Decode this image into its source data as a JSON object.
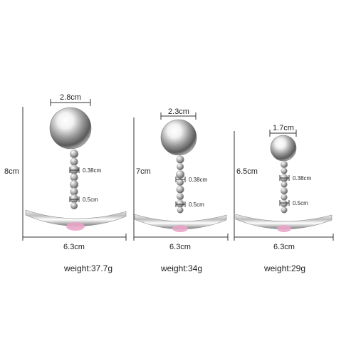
{
  "colors": {
    "background": "#ffffff",
    "dimension_line": "#333333",
    "metal_light": "#ffffff",
    "metal_dark": "#5a5a5a",
    "gem": "#e9a6c8"
  },
  "items": [
    {
      "head_diameter": "2.8cm",
      "length": "8cm",
      "bead_large": "0.38cm",
      "bead_small": "0.5cm",
      "base_width": "6.3cm",
      "weight": "weight:37.7g"
    },
    {
      "head_diameter": "2.3cm",
      "length": "7cm",
      "bead_large": "0.38cm",
      "bead_small": "0.5cm",
      "base_width": "6.3cm",
      "weight": "weight:34g"
    },
    {
      "head_diameter": "1.7cm",
      "length": "6.5cm",
      "bead_large": "0.38cm",
      "bead_small": "0.5cm",
      "base_width": "6.3cm",
      "weight": "weight:29g"
    }
  ]
}
